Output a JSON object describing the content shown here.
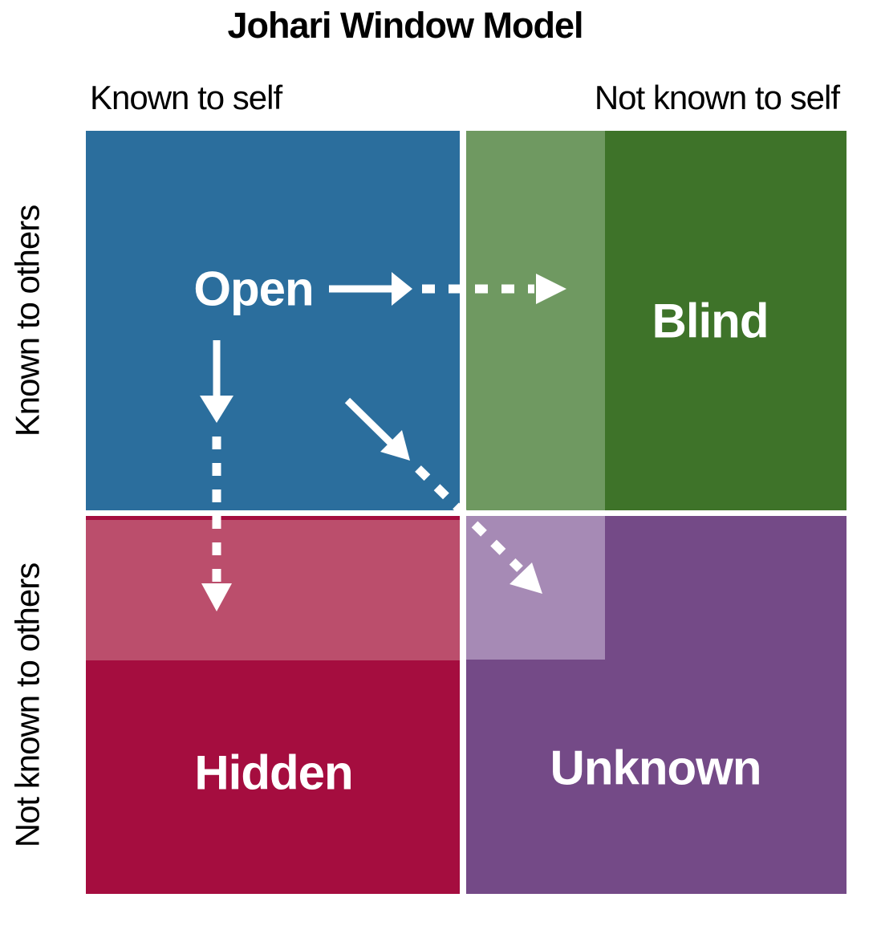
{
  "title": "Johari Window Model",
  "axes": {
    "col_left": "Known to self",
    "col_right": "Not known to self",
    "row_top": "Known to others",
    "row_bottom": "Not known to others"
  },
  "quadrants": {
    "open": {
      "label": "Open",
      "color": "#2B6E9D"
    },
    "blind": {
      "label": "Blind",
      "color": "#3E7329",
      "light_color": "#6F9961"
    },
    "hidden": {
      "label": "Hidden",
      "color": "#A50D3F",
      "light_color": "#BB4E6C"
    },
    "unknown": {
      "label": "Unknown",
      "color": "#744A87",
      "light_color": "#A68AB5"
    }
  },
  "arrows": {
    "color": "#FFFFFF",
    "items": [
      {
        "name": "open-to-blind",
        "direction": "right",
        "style": "solid then dashed"
      },
      {
        "name": "open-to-hidden",
        "direction": "down",
        "style": "solid then dashed"
      },
      {
        "name": "open-to-unknown",
        "direction": "diagonal down-right",
        "style": "solid then dashed"
      }
    ]
  },
  "background": "#FFFFFF",
  "text_color": "#000000"
}
